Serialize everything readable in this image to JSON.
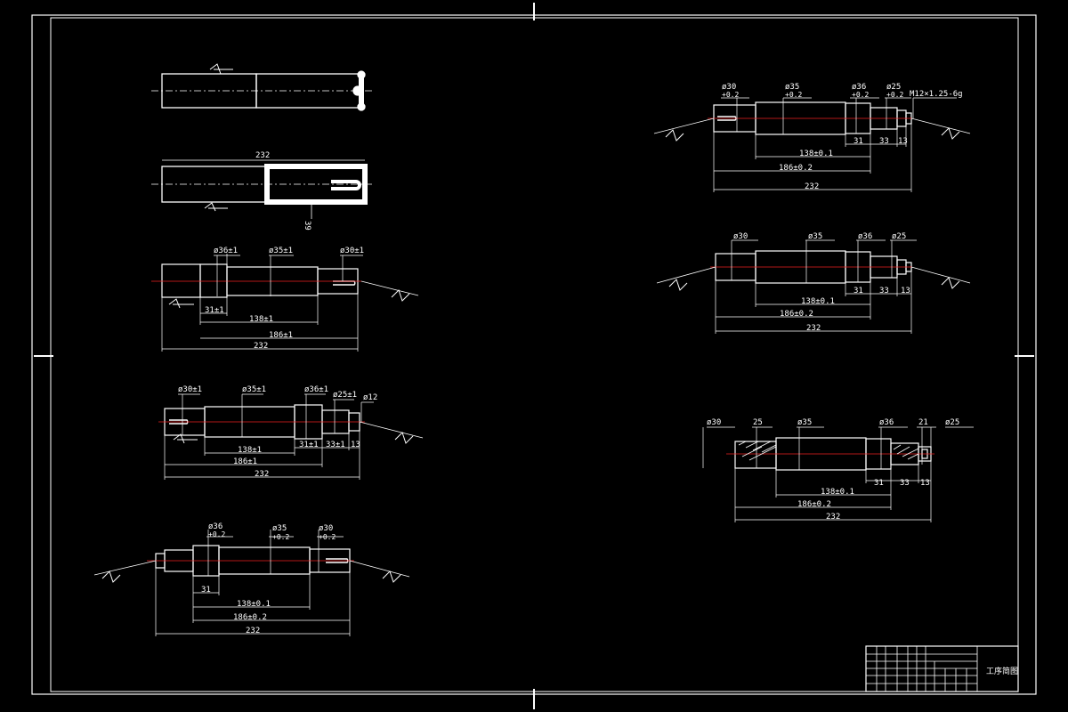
{
  "drawing": {
    "title_block": {
      "title": "工序简图"
    },
    "stage1": {
      "dims": {
        "length": "232",
        "depth": "39"
      }
    },
    "stage2": {
      "diameters": [
        "ø36±1",
        "ø35±1",
        "ø30±1"
      ],
      "dims": [
        "31±1",
        "138±1",
        "186±1",
        "232"
      ]
    },
    "stage3": {
      "diameters": [
        "ø30±1",
        "ø35±1",
        "ø36±1",
        "ø25±1",
        "ø12"
      ],
      "dims": [
        "138±1",
        "31±1",
        "33±1",
        "13",
        "186±1",
        "232"
      ]
    },
    "stage4": {
      "diameters": [
        "ø36",
        "ø35",
        "ø30"
      ],
      "tols": [
        "+0.2",
        "+0.2",
        "+0.2"
      ],
      "dims": [
        "31",
        "138±0.1",
        "186±0.2",
        "232"
      ]
    },
    "stage5": {
      "diameters": [
        "ø30",
        "ø35",
        "ø36",
        "ø25"
      ],
      "thread": "M12×1.25-6g",
      "tols": [
        "+0.2",
        "+0.2",
        "+0.2",
        "+0.2"
      ],
      "dims": [
        "31",
        "33",
        "13",
        "138±0.1",
        "186±0.2",
        "232"
      ]
    },
    "stage6": {
      "diameters": [
        "ø30",
        "ø35",
        "ø36",
        "ø25"
      ],
      "dims": [
        "31",
        "33",
        "13",
        "138±0.1",
        "186±0.2",
        "232"
      ]
    },
    "stage7": {
      "diameters": [
        "ø30",
        "25",
        "ø35",
        "ø36",
        "21",
        "ø25"
      ],
      "dims": [
        "31",
        "33",
        "13",
        "138±0.1",
        "186±0.2",
        "232"
      ]
    }
  }
}
